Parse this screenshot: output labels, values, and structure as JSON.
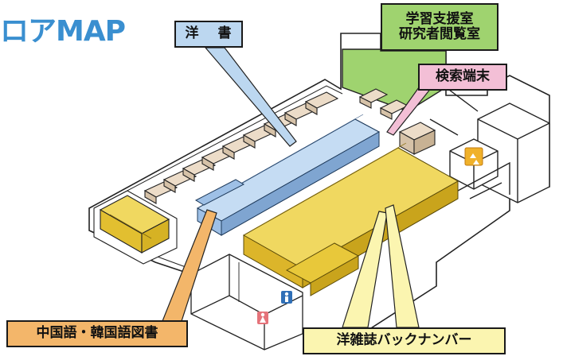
{
  "title": "ロアMAP",
  "labels": {
    "western_books": "洋 書",
    "study_support": {
      "line1": "学習支援室",
      "line2": "研究者閲覧室"
    },
    "search_terminal": "検索端末",
    "chinese_korean": "中国語・韓国語図書",
    "back_numbers": "洋雑誌バックナンバー"
  },
  "icons": [
    "restroom-male-icon",
    "restroom-female-icon",
    "elevator-icon"
  ],
  "colors": {
    "title": "#3a8fd0",
    "western_books": "#bcd7f0",
    "study_support": "#9fd36f",
    "search_terminal": "#f3bfd6",
    "chinese_korean": "#f3b66a",
    "back_numbers": "#fbf5b0",
    "shelves_yellow": "#e8c83a",
    "shelves_blue": "#a9c8ea",
    "tables": "#ecdcc8"
  }
}
